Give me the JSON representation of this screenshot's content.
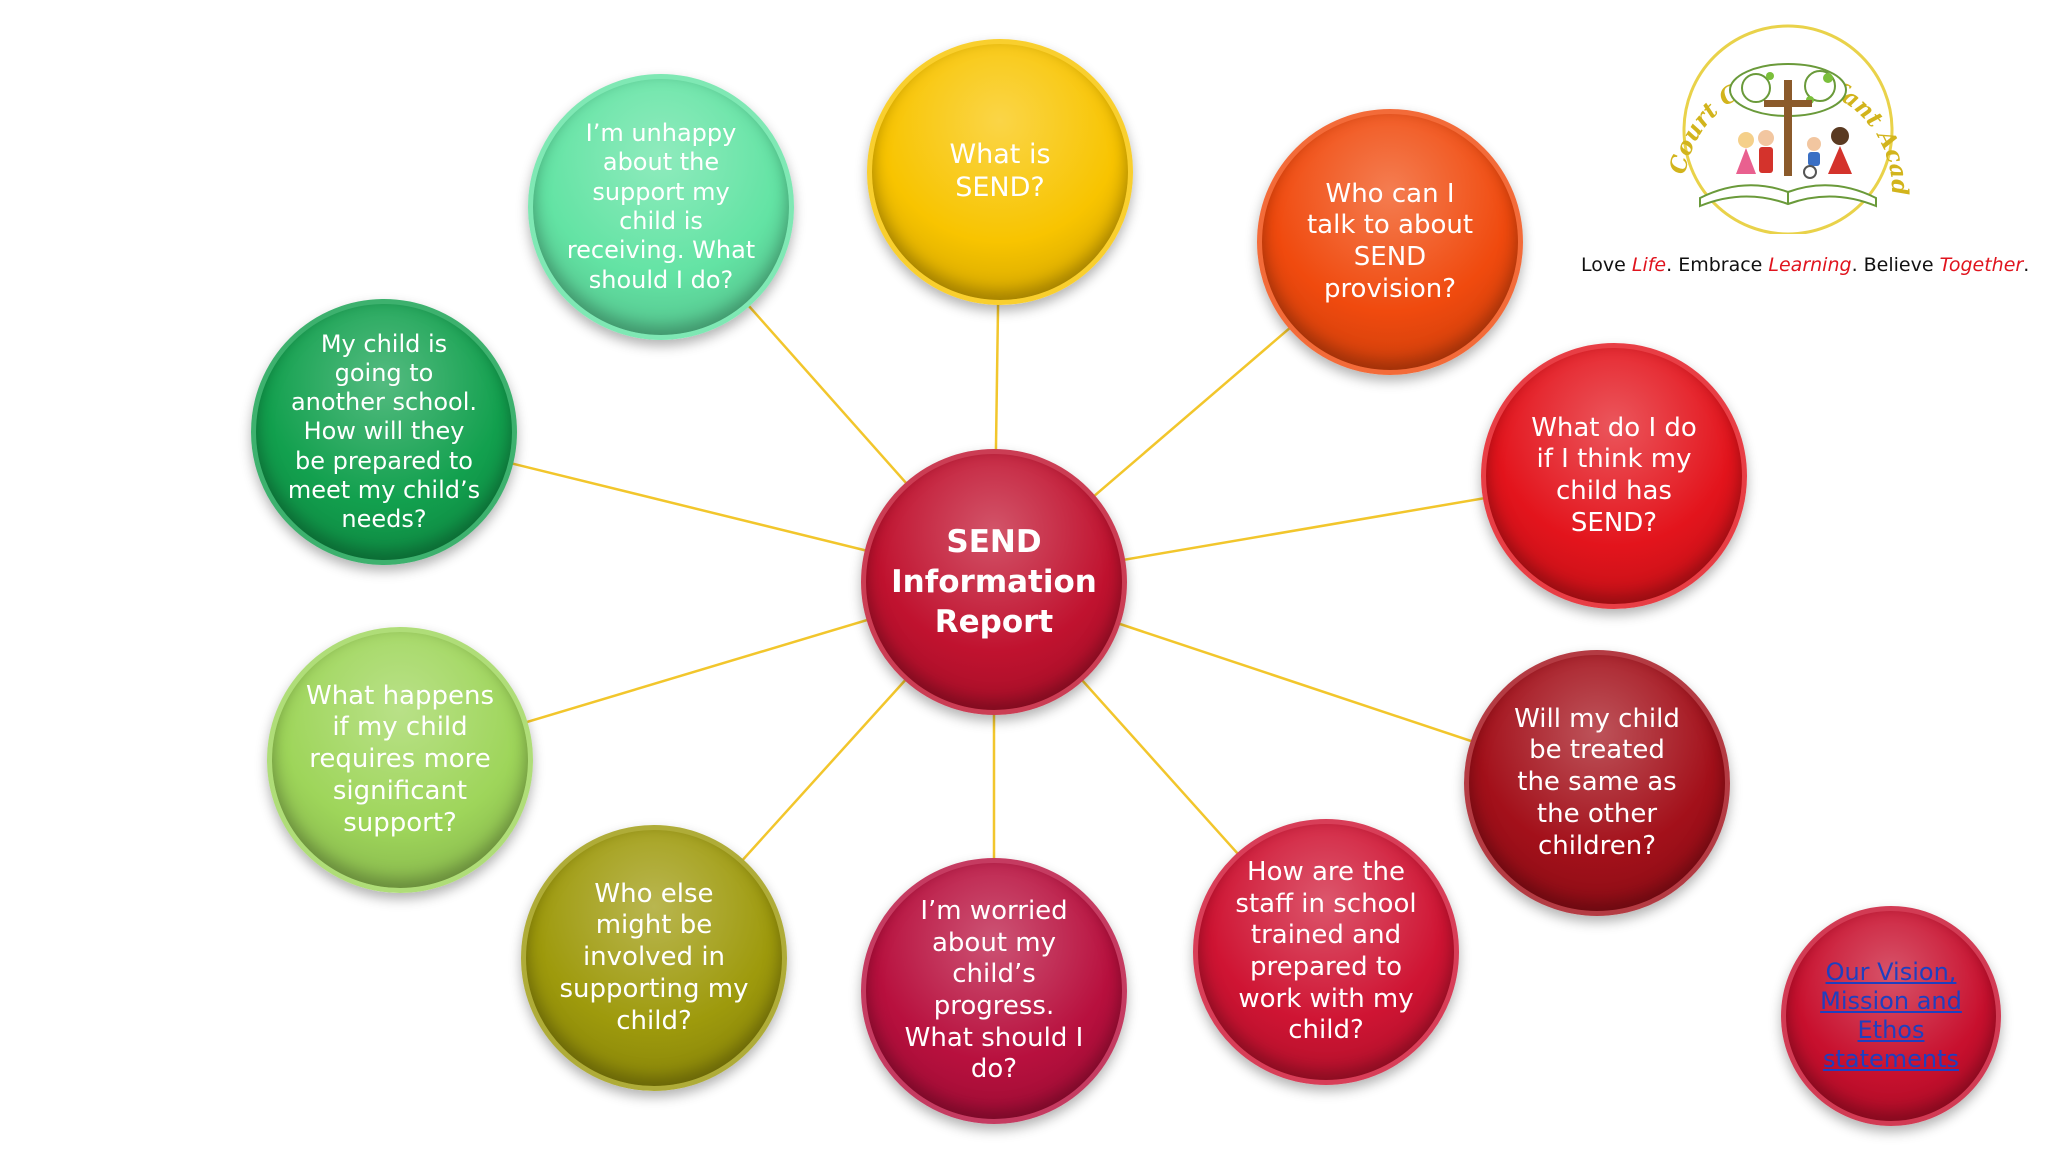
{
  "center": {
    "label": "SEND\nInformation\nReport",
    "color": "#c0122f"
  },
  "questions": [
    {
      "id": "what-is-send",
      "label": "What is\nSEND?",
      "color": "#f8c400"
    },
    {
      "id": "who-can-i-talk-to",
      "label": "Who can I\ntalk to about\nSEND\nprovision?",
      "color": "#f04a0e"
    },
    {
      "id": "what-do-i-do",
      "label": "What do I do\nif I think my\nchild has\nSEND?",
      "color": "#e3141c"
    },
    {
      "id": "treated-the-same",
      "label": "Will my child\nbe treated\nthe same as\nthe other\nchildren?",
      "color": "#a3101a"
    },
    {
      "id": "staff-trained",
      "label": "How are the\nstaff in school\ntrained and\nprepared to\nwork with my\nchild?",
      "color": "#cf1433"
    },
    {
      "id": "worried-about-progress",
      "label": "I’m worried\nabout my\nchild’s\nprogress.\nWhat should I\ndo?",
      "color": "#b8103e"
    },
    {
      "id": "who-else-involved",
      "label": "Who else\nmight be\ninvolved in\nsupporting my\nchild?",
      "color": "#9e9a0c"
    },
    {
      "id": "significant-support",
      "label": "What happens\nif my child\nrequires more\nsignificant\nsupport?",
      "color": "#9ed55a"
    },
    {
      "id": "another-school",
      "label": "My child is\ngoing to\nanother school.\nHow will they\nbe prepared to\nmeet my child’s\nneeds?",
      "color": "#12a04e"
    },
    {
      "id": "unhappy-about-support",
      "label": "I’m unhappy\nabout the\nsupport my\nchild is\nreceiving. What\nshould I do?",
      "color": "#63e3a4"
    }
  ],
  "vision_link": {
    "label": "Our Vision,\nMission and Ethos\nstatements",
    "color": "#c8102e",
    "text_color": "#1f3fbf"
  },
  "logo": {
    "text": "Field Court C of E Infant Academy",
    "ring_color": "#e9d24a",
    "text_color": "#d2b41c"
  },
  "tagline": {
    "love": "Love ",
    "life": "Life",
    "sep1": ". Embrace ",
    "learning": "Learning",
    "sep2": ". Believe ",
    "together": "Together",
    "end": ".",
    "accent_color": "#e0141e"
  },
  "connector_color": "#f2c62c"
}
